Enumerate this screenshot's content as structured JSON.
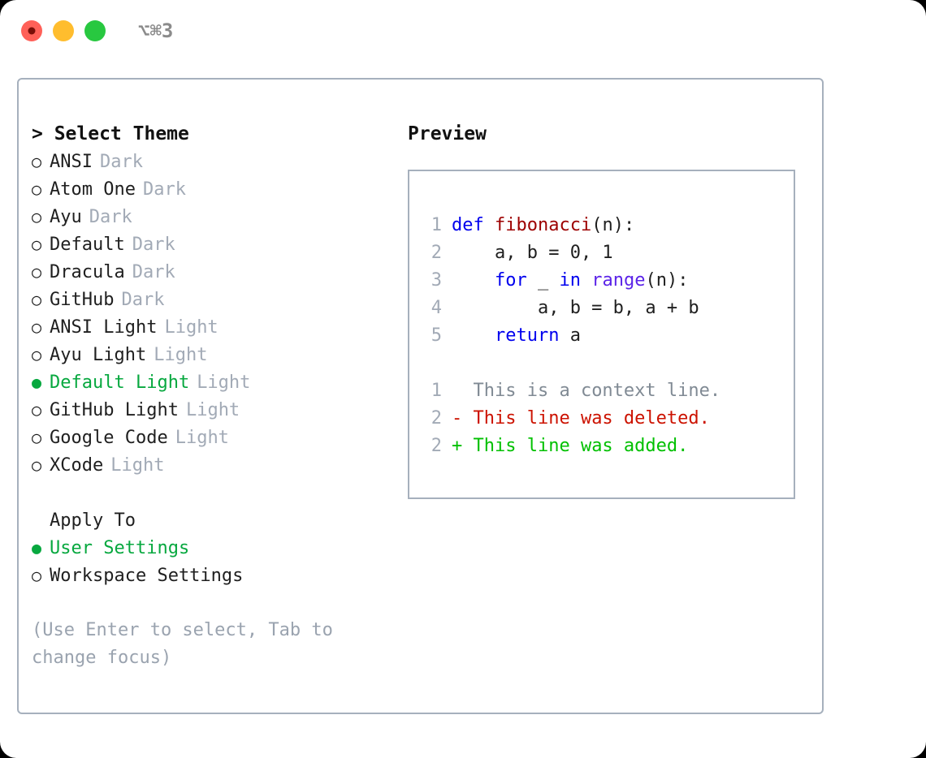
{
  "titlebar": {
    "shortcut": "⌥⌘3",
    "lights": [
      {
        "name": "close",
        "color": "#ff6058"
      },
      {
        "name": "minimize",
        "color": "#ffbd2e"
      },
      {
        "name": "maximize",
        "color": "#28c840"
      }
    ]
  },
  "theme_picker": {
    "header": "> Select Theme",
    "items": [
      {
        "label": "ANSI",
        "tag": "Dark",
        "selected": false,
        "bullet": "○"
      },
      {
        "label": "Atom One",
        "tag": "Dark",
        "selected": false,
        "bullet": "○"
      },
      {
        "label": "Ayu",
        "tag": "Dark",
        "selected": false,
        "bullet": "○"
      },
      {
        "label": "Default",
        "tag": "Dark",
        "selected": false,
        "bullet": "○"
      },
      {
        "label": "Dracula",
        "tag": "Dark",
        "selected": false,
        "bullet": "○"
      },
      {
        "label": "GitHub",
        "tag": "Dark",
        "selected": false,
        "bullet": "○"
      },
      {
        "label": "ANSI Light",
        "tag": "Light",
        "selected": false,
        "bullet": "○"
      },
      {
        "label": "Ayu Light",
        "tag": "Light",
        "selected": false,
        "bullet": "○"
      },
      {
        "label": "Default Light",
        "tag": "Light",
        "selected": true,
        "bullet": "●"
      },
      {
        "label": "GitHub Light",
        "tag": "Light",
        "selected": false,
        "bullet": "○"
      },
      {
        "label": "Google Code",
        "tag": "Light",
        "selected": false,
        "bullet": "○"
      },
      {
        "label": "XCode",
        "tag": "Light",
        "selected": false,
        "bullet": "○"
      }
    ]
  },
  "apply_to": {
    "header": "Apply To",
    "items": [
      {
        "label": "User Settings",
        "selected": true,
        "bullet": "●"
      },
      {
        "label": "Workspace Settings",
        "selected": false,
        "bullet": "○"
      }
    ]
  },
  "hint": "(Use Enter to select, Tab to change focus)",
  "preview": {
    "title": "Preview",
    "code_lines": [
      {
        "number": "1",
        "tokens": [
          {
            "text": "def ",
            "style": "kw"
          },
          {
            "text": "fibonacci",
            "style": "fn"
          },
          {
            "text": "(n):",
            "style": "plain"
          }
        ]
      },
      {
        "number": "2",
        "tokens": [
          {
            "text": "    a, b = 0, 1",
            "style": "plain"
          }
        ]
      },
      {
        "number": "3",
        "tokens": [
          {
            "text": "    ",
            "style": "plain"
          },
          {
            "text": "for",
            "style": "kw"
          },
          {
            "text": " _ ",
            "style": "plain"
          },
          {
            "text": "in",
            "style": "kw"
          },
          {
            "text": " ",
            "style": "plain"
          },
          {
            "text": "range",
            "style": "bi"
          },
          {
            "text": "(n):",
            "style": "plain"
          }
        ]
      },
      {
        "number": "4",
        "tokens": [
          {
            "text": "        a, b = b, a + b",
            "style": "plain"
          }
        ]
      },
      {
        "number": "5",
        "tokens": [
          {
            "text": "    ",
            "style": "plain"
          },
          {
            "text": "return",
            "style": "kw"
          },
          {
            "text": " a",
            "style": "plain"
          }
        ]
      }
    ],
    "diff_lines": [
      {
        "number": "1",
        "marker": " ",
        "text": "This is a context line.",
        "kind": "context"
      },
      {
        "number": "2",
        "marker": "-",
        "text": "This line was deleted.",
        "kind": "deleted"
      },
      {
        "number": "2",
        "marker": "+",
        "text": "This line was added.",
        "kind": "added"
      }
    ]
  },
  "colors": {
    "accent_green": "#07a83f",
    "muted": "#a2aab6",
    "border": "#a6b0bd",
    "keyword_blue": "#0000ee",
    "function_red": "#9d0000",
    "builtin_violet": "#5b23e8",
    "diff_deleted": "#cc1200",
    "diff_added": "#00c000",
    "diff_context": "#808a94"
  }
}
